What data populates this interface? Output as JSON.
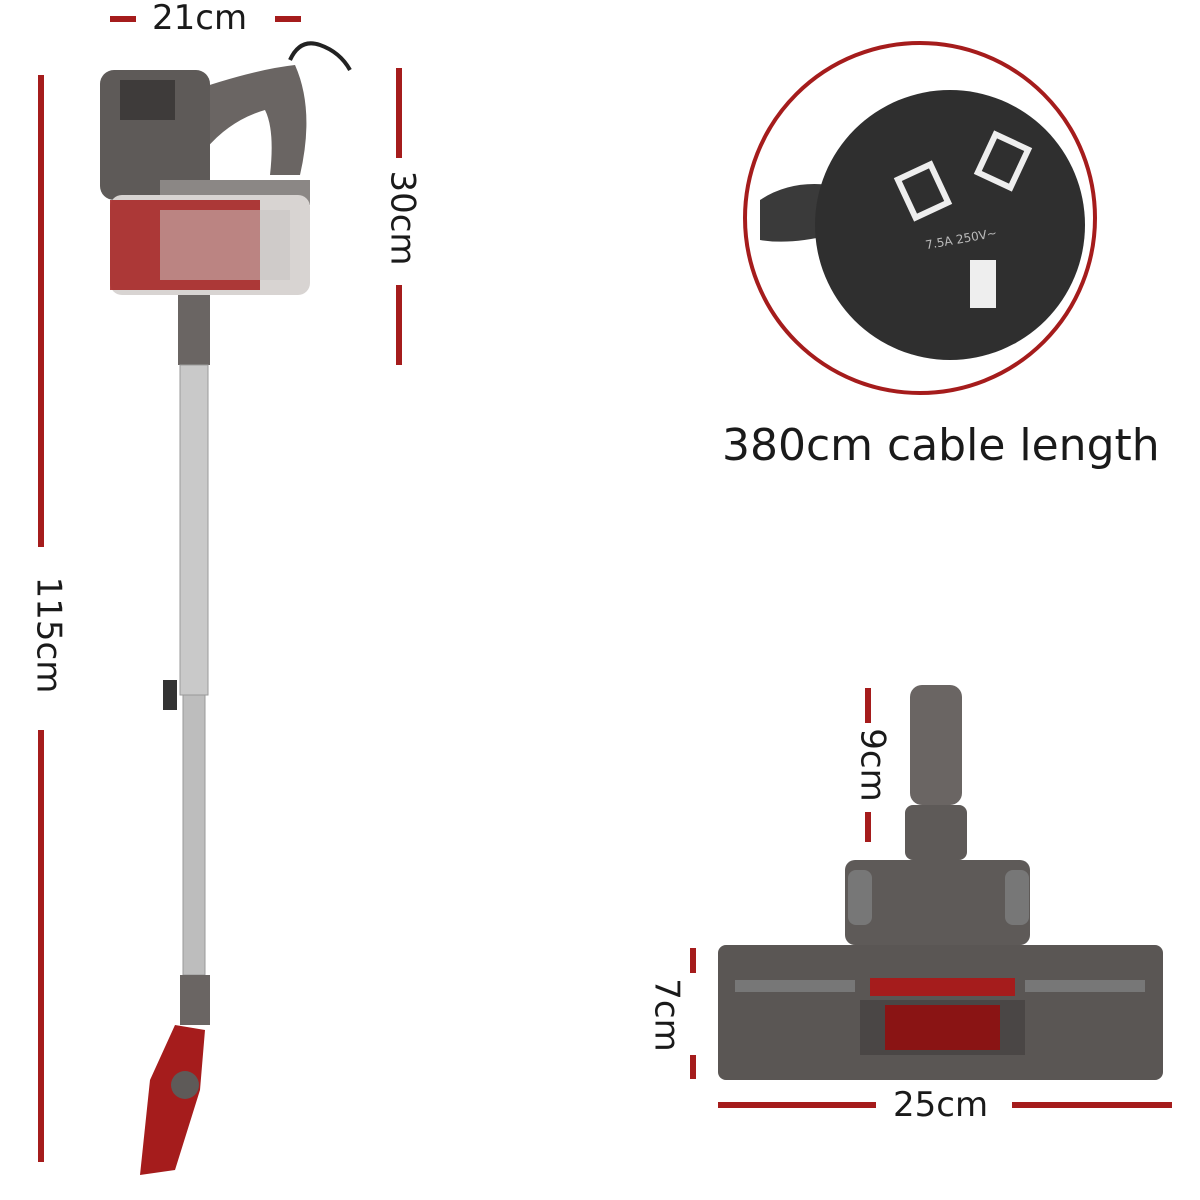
{
  "dimensions": {
    "handle_width": "21cm",
    "handle_height": "30cm",
    "total_height": "115cm",
    "nozzle_neck_height": "9cm",
    "head_depth": "7cm",
    "head_width": "25cm"
  },
  "cable": {
    "caption": "380cm cable length",
    "plug_rating": "7.5A 250V~"
  },
  "colors": {
    "accent_red": "#a51c1c",
    "body_grey": "#5e5a58",
    "tube_silver": "#c9c9c9"
  }
}
